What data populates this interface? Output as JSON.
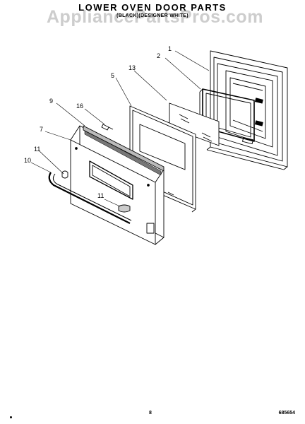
{
  "header": {
    "title": "LOWER OVEN DOOR PARTS",
    "subtitle_line1": "",
    "subtitle_line2": "(BLACK)(DESIGNER WHITE)"
  },
  "watermark": "AppliancePartsPros.com",
  "callouts": {
    "c1": "1",
    "c2": "2",
    "c5": "5",
    "c13": "13",
    "c9": "9",
    "c16": "16",
    "c7": "7",
    "c11a": "11",
    "c10": "10",
    "c11b": "11"
  },
  "footer": {
    "page_number": "8",
    "doc_code": "685654"
  }
}
